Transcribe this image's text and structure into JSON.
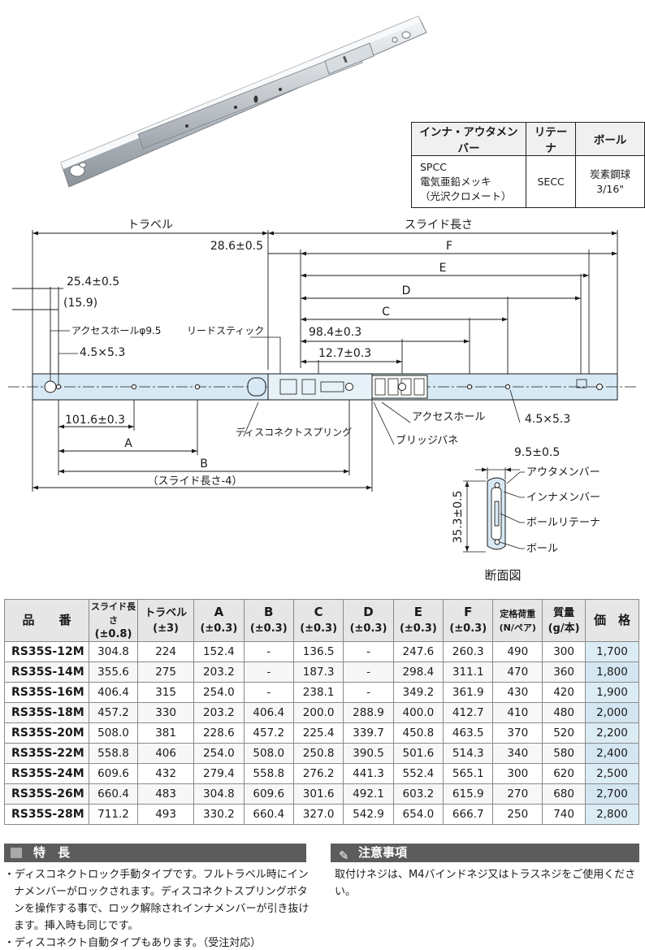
{
  "material_table": {
    "headers": [
      "インナ・アウタメンバー",
      "リテーナ",
      "ボール"
    ],
    "members_lines": [
      "SPCC",
      "電気亜鉛メッキ",
      "（光沢クロメート）"
    ],
    "retainer": "SECC",
    "ball": "炭素鋼球3/16\""
  },
  "drawing": {
    "travel": "トラベル",
    "slide_length": "スライド長さ",
    "dim_28_6": "28.6±0.5",
    "dim_f": "F",
    "dim_e": "E",
    "dim_d": "D",
    "dim_c": "C",
    "dim_25_4": "25.4±0.5",
    "dim_15_9": "(15.9)",
    "access_hole_phi": "アクセスホールφ9.5",
    "lead_stick": "リードスティック",
    "dim_98_4": "98.4±0.3",
    "dim_12_7": "12.7±0.3",
    "slot_left": "4.5×5.3",
    "slot_right": "4.5×5.3",
    "access_hole": "アクセスホール",
    "dim_101_6": "101.6±0.3",
    "disconnect_spring": "ディスコネクトスプリング",
    "dim_a": "A",
    "bridge_spring": "ブリッジバネ",
    "dim_b": "B",
    "dim_slide_minus": "（スライド長さ-4）",
    "cs_width": "9.5±0.5",
    "cs_outer": "アウタメンバー",
    "cs_inner": "インナメンバー",
    "cs_retainer": "ボールリテーナ",
    "cs_height": "35.3±0.5",
    "cs_ball": "ボール",
    "cs_title": "断面図"
  },
  "spec_table": {
    "headers": [
      {
        "l1": "品　　番",
        "l2": ""
      },
      {
        "l1": "スライド長さ",
        "l2": "(±0.8)"
      },
      {
        "l1": "トラベル",
        "l2": "(±3)"
      },
      {
        "l1": "A",
        "l2": "(±0.3)"
      },
      {
        "l1": "B",
        "l2": "(±0.3)"
      },
      {
        "l1": "C",
        "l2": "(±0.3)"
      },
      {
        "l1": "D",
        "l2": "(±0.3)"
      },
      {
        "l1": "E",
        "l2": "(±0.3)"
      },
      {
        "l1": "F",
        "l2": "(±0.3)"
      },
      {
        "l1": "定格荷重",
        "l2": "(N/ペア)"
      },
      {
        "l1": "質量",
        "l2": "(g/本)"
      },
      {
        "l1": "価　格",
        "l2": ""
      }
    ],
    "rows": [
      [
        "RS35S-12M",
        "304.8",
        "224",
        "152.4",
        "-",
        "136.5",
        "-",
        "247.6",
        "260.3",
        "490",
        "300",
        "1,700"
      ],
      [
        "RS35S-14M",
        "355.6",
        "275",
        "203.2",
        "-",
        "187.3",
        "-",
        "298.4",
        "311.1",
        "470",
        "360",
        "1,800"
      ],
      [
        "RS35S-16M",
        "406.4",
        "315",
        "254.0",
        "-",
        "238.1",
        "-",
        "349.2",
        "361.9",
        "430",
        "420",
        "1,900"
      ],
      [
        "RS35S-18M",
        "457.2",
        "330",
        "203.2",
        "406.4",
        "200.0",
        "288.9",
        "400.0",
        "412.7",
        "410",
        "480",
        "2,000"
      ],
      [
        "RS35S-20M",
        "508.0",
        "381",
        "228.6",
        "457.2",
        "225.4",
        "339.7",
        "450.8",
        "463.5",
        "370",
        "520",
        "2,200"
      ],
      [
        "RS35S-22M",
        "558.8",
        "406",
        "254.0",
        "508.0",
        "250.8",
        "390.5",
        "501.6",
        "514.3",
        "340",
        "580",
        "2,400"
      ],
      [
        "RS35S-24M",
        "609.6",
        "432",
        "279.4",
        "558.8",
        "276.2",
        "441.3",
        "552.4",
        "565.1",
        "300",
        "620",
        "2,500"
      ],
      [
        "RS35S-26M",
        "660.4",
        "483",
        "304.8",
        "609.6",
        "301.6",
        "492.1",
        "603.2",
        "615.9",
        "270",
        "680",
        "2,700"
      ],
      [
        "RS35S-28M",
        "711.2",
        "493",
        "330.2",
        "660.4",
        "327.0",
        "542.9",
        "654.0",
        "666.7",
        "250",
        "740",
        "2,800"
      ]
    ]
  },
  "features": {
    "title": "特　長",
    "items": [
      "・ディスコネクトロック手動タイプです。フルトラベル時にインナメンバーがロックされます。ディスコネクトスプリングボタンを操作する事で、ロック解除されインナメンバーが引き抜けます。挿入時も同じです。",
      "・ディスコネクト自動タイプもあります。（受注対応）"
    ]
  },
  "notes": {
    "title": "注意事項",
    "text": "取付けネジは、M4バインドネジ又はトラスネジをご使用ください。"
  }
}
